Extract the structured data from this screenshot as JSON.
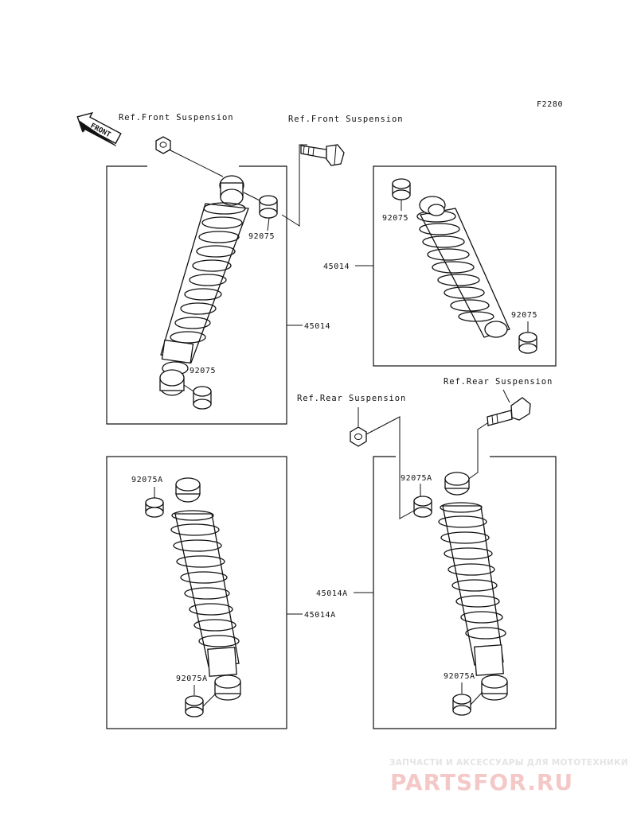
{
  "diagram": {
    "code": "F2280",
    "direction_label": "FRONT",
    "refs": {
      "front_left": "Ref.Front Suspension",
      "front_right": "Ref.Front Suspension",
      "rear_left": "Ref.Rear Suspension",
      "rear_right": "Ref.Rear Suspension"
    },
    "parts": {
      "p1_shock": "45014",
      "p1_bush_top": "92075",
      "p1_bush_bottom": "92075",
      "p2_shock": "45014",
      "p2_bush_top": "92075",
      "p2_bush_bottom": "92075",
      "p3_shock": "45014A",
      "p3_bush_top": "92075A",
      "p3_bush_bottom": "92075A",
      "p4_shock": "45014A",
      "p4_bush_top": "92075A",
      "p4_bush_bottom": "92075A"
    },
    "watermark": {
      "tagline": "ЗАПЧАСТИ И АКСЕССУАРЫ ДЛЯ МОТОТЕХНИКИ",
      "logo": "PARTSFOR.RU"
    }
  }
}
